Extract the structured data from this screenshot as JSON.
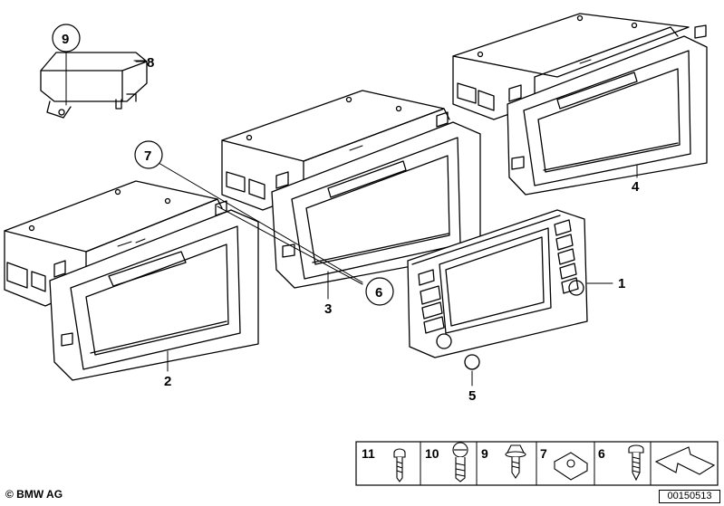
{
  "callouts": {
    "c1": "1",
    "c2": "2",
    "c3": "3",
    "c4": "4",
    "c5": "5",
    "c6": "6",
    "c7": "7",
    "c8": "8",
    "c9": "9"
  },
  "legend": [
    {
      "number": "11",
      "part": "screw"
    },
    {
      "number": "10",
      "part": "hex-bolt"
    },
    {
      "number": "9",
      "part": "collar-screw"
    },
    {
      "number": "7",
      "part": "clip-nut"
    },
    {
      "number": "6",
      "part": "self-tapping-screw"
    }
  ],
  "copyright": "© BMW AG",
  "doc_number": "00150513"
}
